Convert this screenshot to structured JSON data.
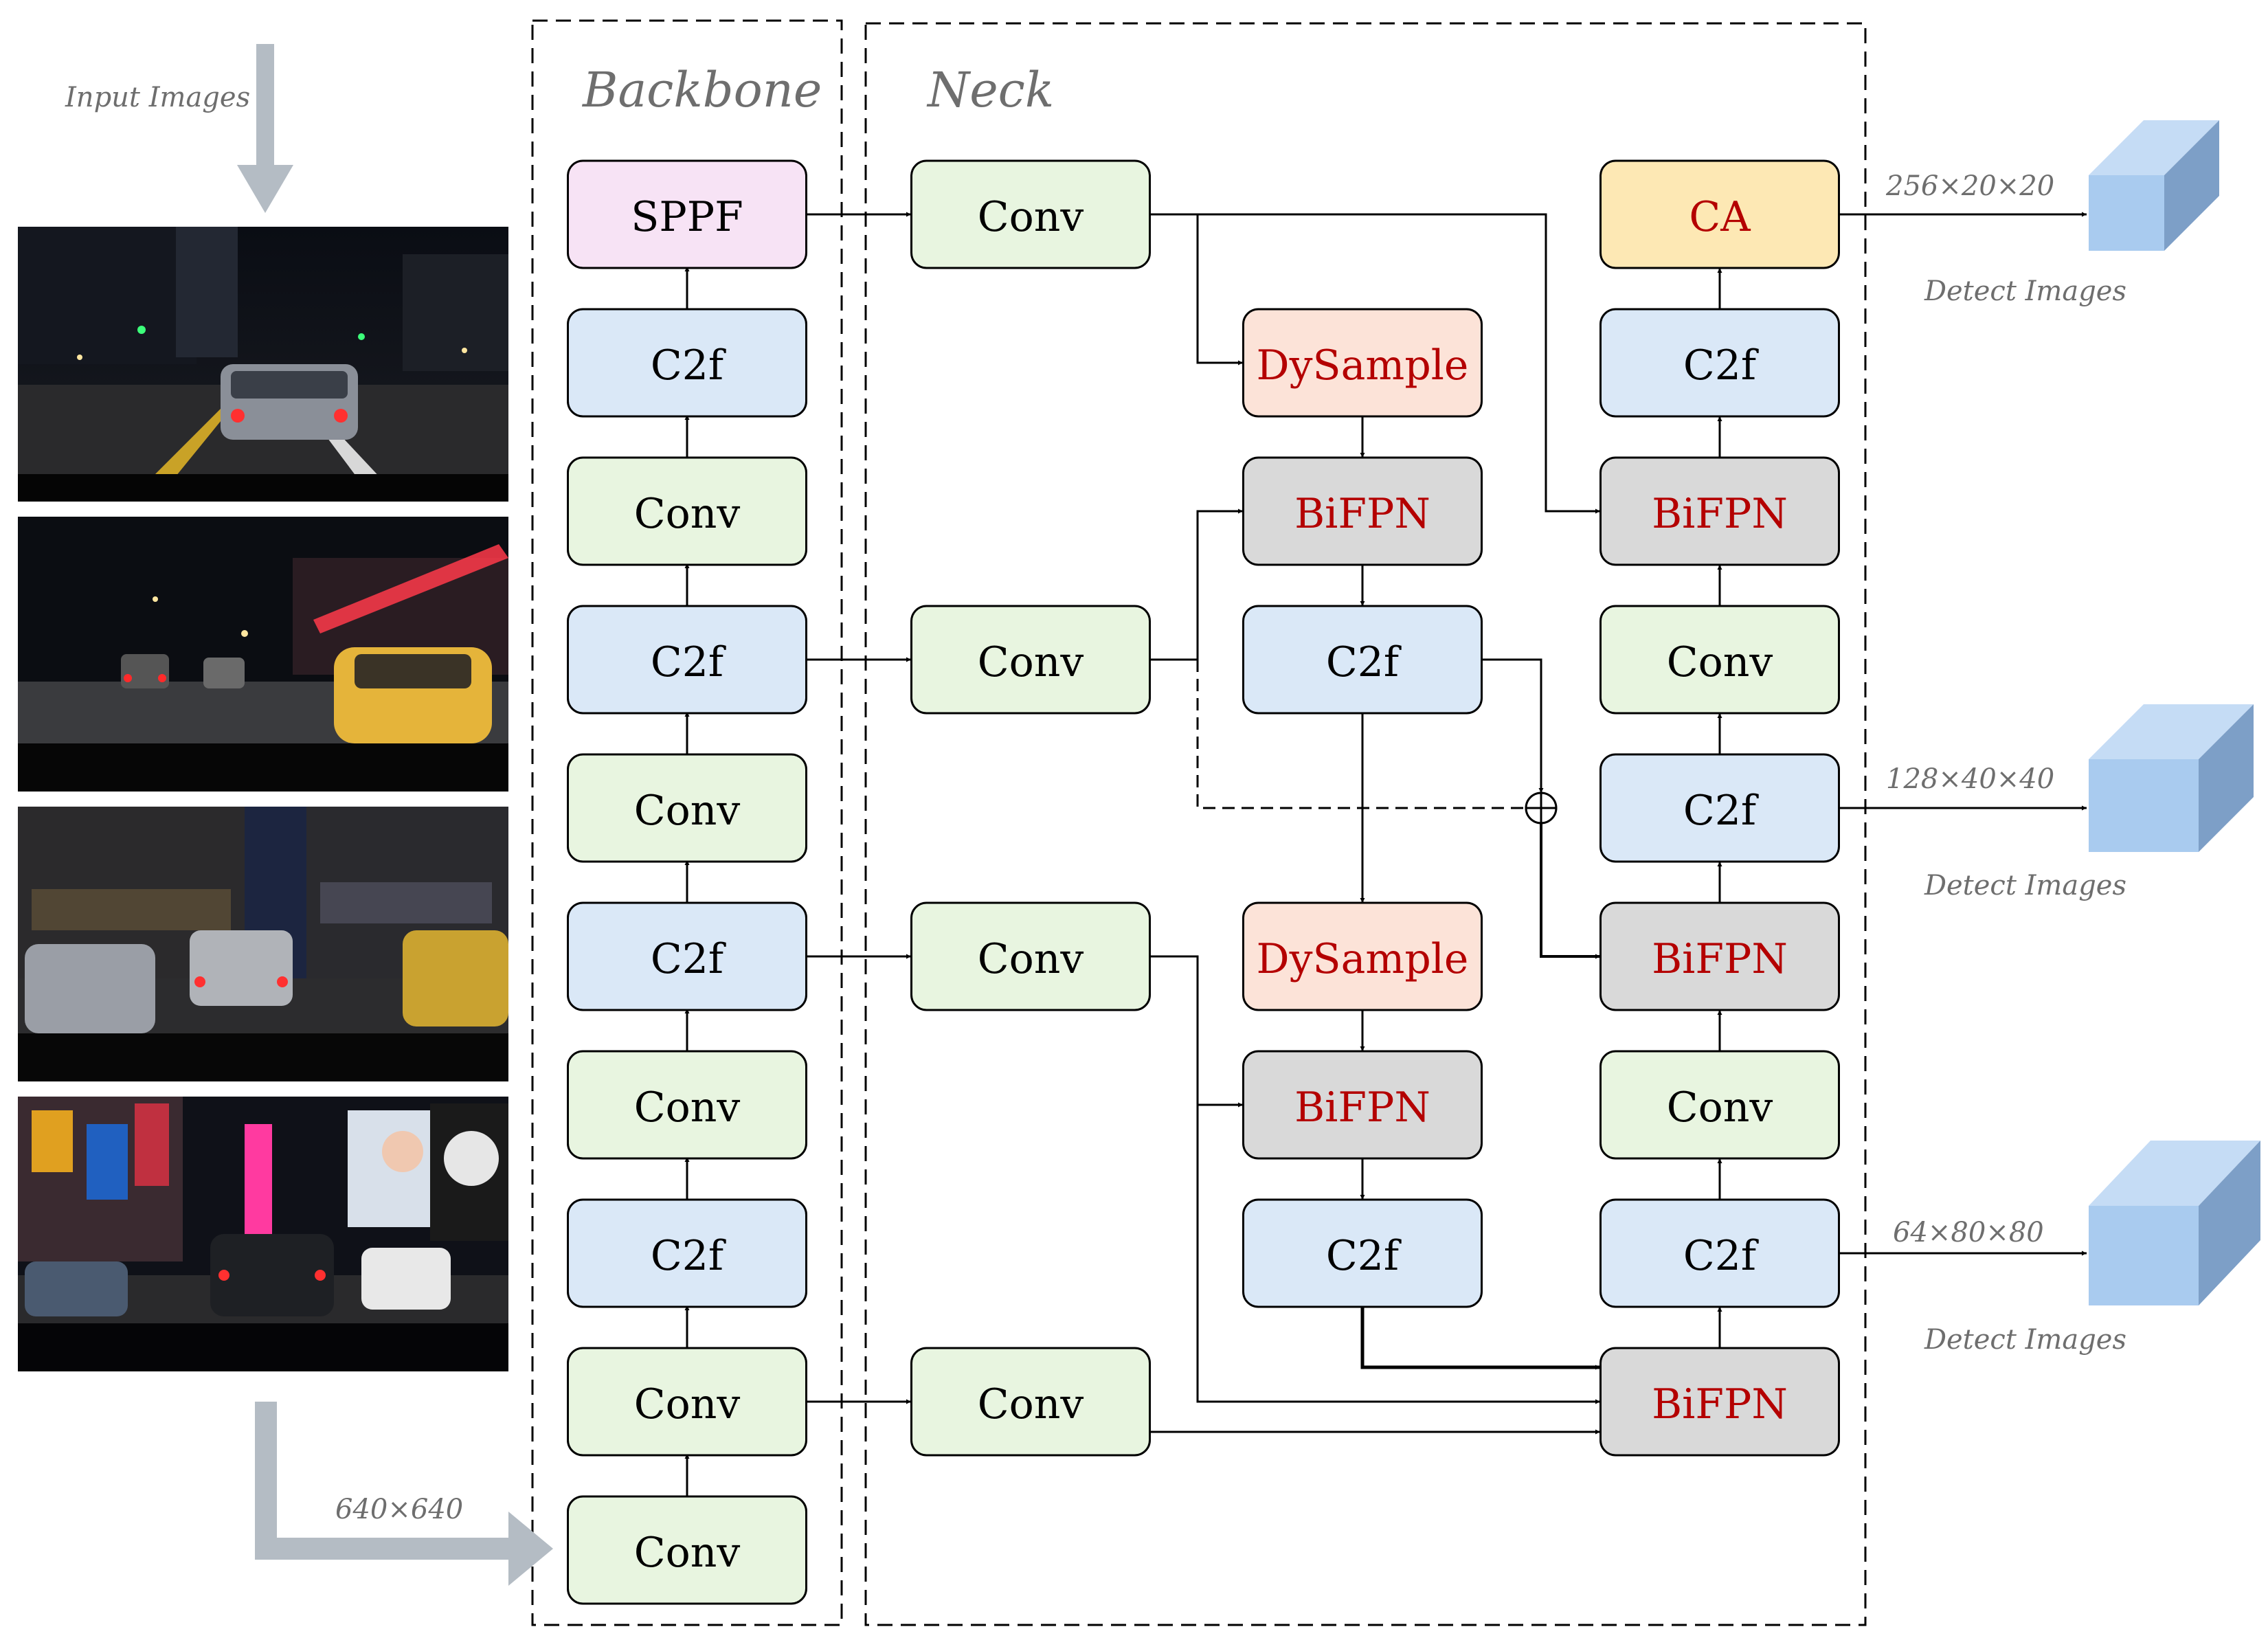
{
  "sections": {
    "backbone": "Backbone",
    "neck": "Neck"
  },
  "input_label": "Input Images",
  "input_size_label": "640×640",
  "outputs": [
    {
      "size": "256×20×20",
      "label": "Detect Images"
    },
    {
      "size": "128×40×40",
      "label": "Detect Images"
    },
    {
      "size": "64×80×80",
      "label": "Detect Images"
    }
  ],
  "backbone_modules": [
    "SPPF",
    "C2f",
    "Conv",
    "C2f",
    "Conv",
    "C2f",
    "Conv",
    "C2f",
    "Conv",
    "Conv"
  ],
  "neck_conv_modules": [
    "Conv",
    "Conv",
    "Conv",
    "Conv"
  ],
  "neck_mid_modules": [
    "DySample",
    "BiFPN",
    "C2f",
    "DySample",
    "BiFPN",
    "C2f"
  ],
  "neck_right_modules": [
    "CA",
    "C2f",
    "BiFPN",
    "Conv",
    "C2f",
    "BiFPN",
    "Conv",
    "C2f",
    "BiFPN"
  ],
  "colors": {
    "conv_fill": "#e8f5e0",
    "c2f_fill": "#dae8f7",
    "sppf_fill": "#f7e3f5",
    "dysample_fill": "#fce3d8",
    "bifpn_fill": "#d9d9d9",
    "ca_fill": "#fde8b4",
    "highlight_text": "#b40000",
    "output_cube": "#a9cbef",
    "arrow_gray": "#b4bcc4"
  }
}
